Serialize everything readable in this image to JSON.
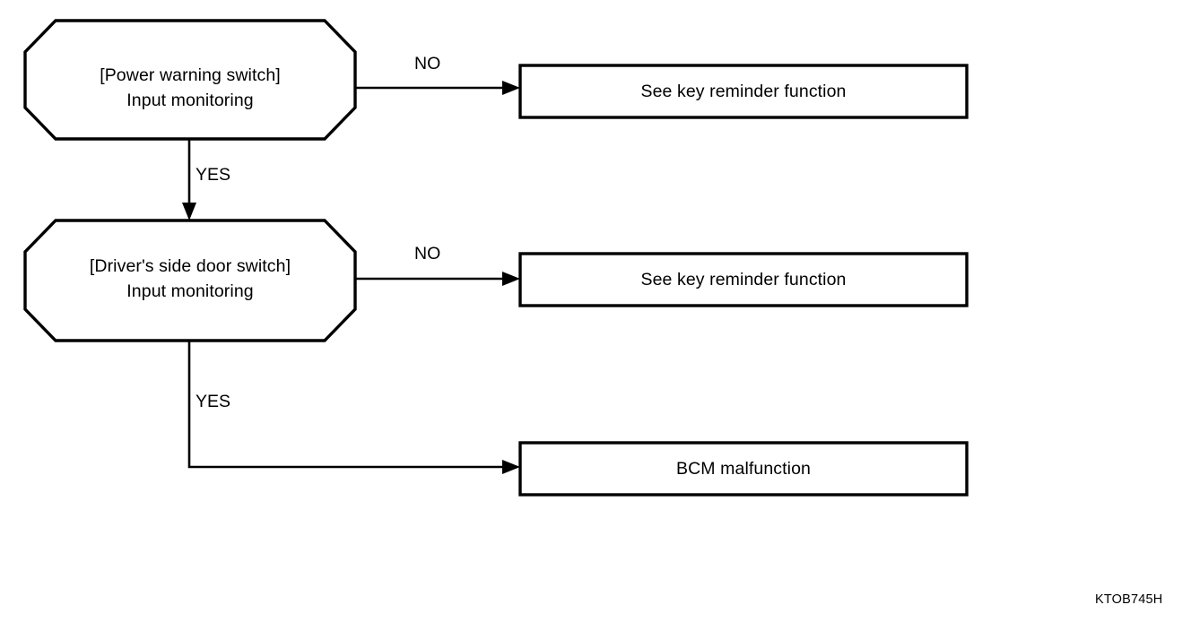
{
  "diagram": {
    "type": "flowchart",
    "caption_code": "KTOB745H",
    "nodes": [
      {
        "id": "power-warning-switch",
        "shape": "octagon",
        "line1": "[Power warning switch]",
        "line2": "Input monitoring"
      },
      {
        "id": "driver-side-door-switch",
        "shape": "octagon",
        "line1": "[Driver's side door switch]",
        "line2": "Input monitoring"
      },
      {
        "id": "key-reminder-1",
        "shape": "rectangle",
        "label": "See key reminder function"
      },
      {
        "id": "key-reminder-2",
        "shape": "rectangle",
        "label": "See key reminder function"
      },
      {
        "id": "bcm-malfunction",
        "shape": "rectangle",
        "label": "BCM malfunction"
      }
    ],
    "edges": [
      {
        "id": "power-warning-no",
        "from": "power-warning-switch",
        "to": "key-reminder-1",
        "label": "NO"
      },
      {
        "id": "power-warning-yes",
        "from": "power-warning-switch",
        "to": "driver-side-door-switch",
        "label": "YES"
      },
      {
        "id": "door-switch-no",
        "from": "driver-side-door-switch",
        "to": "key-reminder-2",
        "label": "NO"
      },
      {
        "id": "door-switch-yes",
        "from": "driver-side-door-switch",
        "to": "bcm-malfunction",
        "label": "YES"
      }
    ],
    "colors": {
      "background": "#ffffff",
      "stroke": "#000000",
      "text": "#000000"
    }
  }
}
